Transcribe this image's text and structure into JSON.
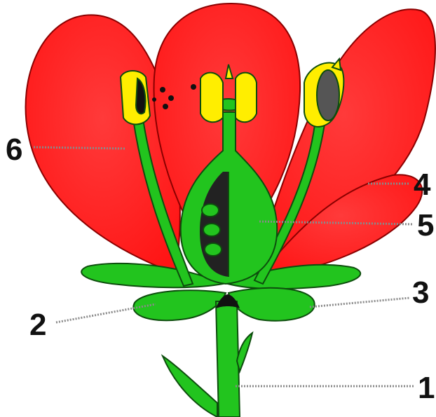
{
  "diagram": {
    "labels": [
      {
        "id": "1",
        "text": "1"
      },
      {
        "id": "2",
        "text": "2"
      },
      {
        "id": "3",
        "text": "3"
      },
      {
        "id": "4",
        "text": "4"
      },
      {
        "id": "5",
        "text": "5"
      },
      {
        "id": "6",
        "text": "6"
      }
    ]
  },
  "colors": {
    "petal": "#ff2020",
    "petal_outline": "#8a0000",
    "green": "#22c41e",
    "green_outline": "#0d4d0d",
    "anther": "#ffee00",
    "pollen": "#111111",
    "ovule_cavity": "#222222",
    "leader_line": "#8a8a8a"
  }
}
